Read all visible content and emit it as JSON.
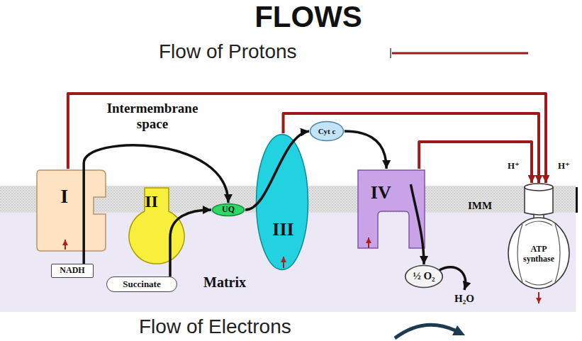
{
  "diagram": {
    "title": "FLOWS",
    "nodes": [
      {
        "text": [
          "I"
        ]
      },
      {
        "text": [
          "II"
        ]
      },
      {
        "text": [
          "UQ"
        ]
      },
      {
        "text": [
          "III"
        ]
      },
      {
        "text": [
          "Cyt c"
        ]
      },
      {
        "text": [
          "IV"
        ]
      },
      {
        "text": [
          "ATP synthase"
        ]
      },
      {
        "text": [
          "NADH"
        ]
      },
      {
        "text": [
          "Succinate"
        ]
      },
      {
        "text": [
          "½ O₂"
        ]
      },
      {
        "text": [
          "H₂O"
        ]
      }
    ],
    "edges": [
      {
        "from": 7,
        "to": 2,
        "arrow": "to"
      },
      {
        "from": 8,
        "to": 2,
        "arrow": "to"
      },
      {
        "from": 2,
        "to": 4,
        "arrow": "to"
      },
      {
        "from": 4,
        "to": 5,
        "arrow": "to"
      },
      {
        "from": 5,
        "to": 9,
        "arrow": "to"
      },
      {
        "from": 9,
        "to": 10,
        "arrow": "to"
      },
      {
        "from": 0,
        "to": 6,
        "arrow": "to"
      },
      {
        "from": 3,
        "to": 6,
        "arrow": "to"
      },
      {
        "from": 5,
        "to": 6,
        "arrow": "to"
      }
    ],
    "labels": [
      "Intermembrane space",
      "Matrix",
      "IMM",
      "H⁺",
      "H⁺"
    ],
    "legend": [
      {
        "text": "Flow of Protons"
      },
      {
        "text": "Flow of Electrons"
      }
    ]
  }
}
